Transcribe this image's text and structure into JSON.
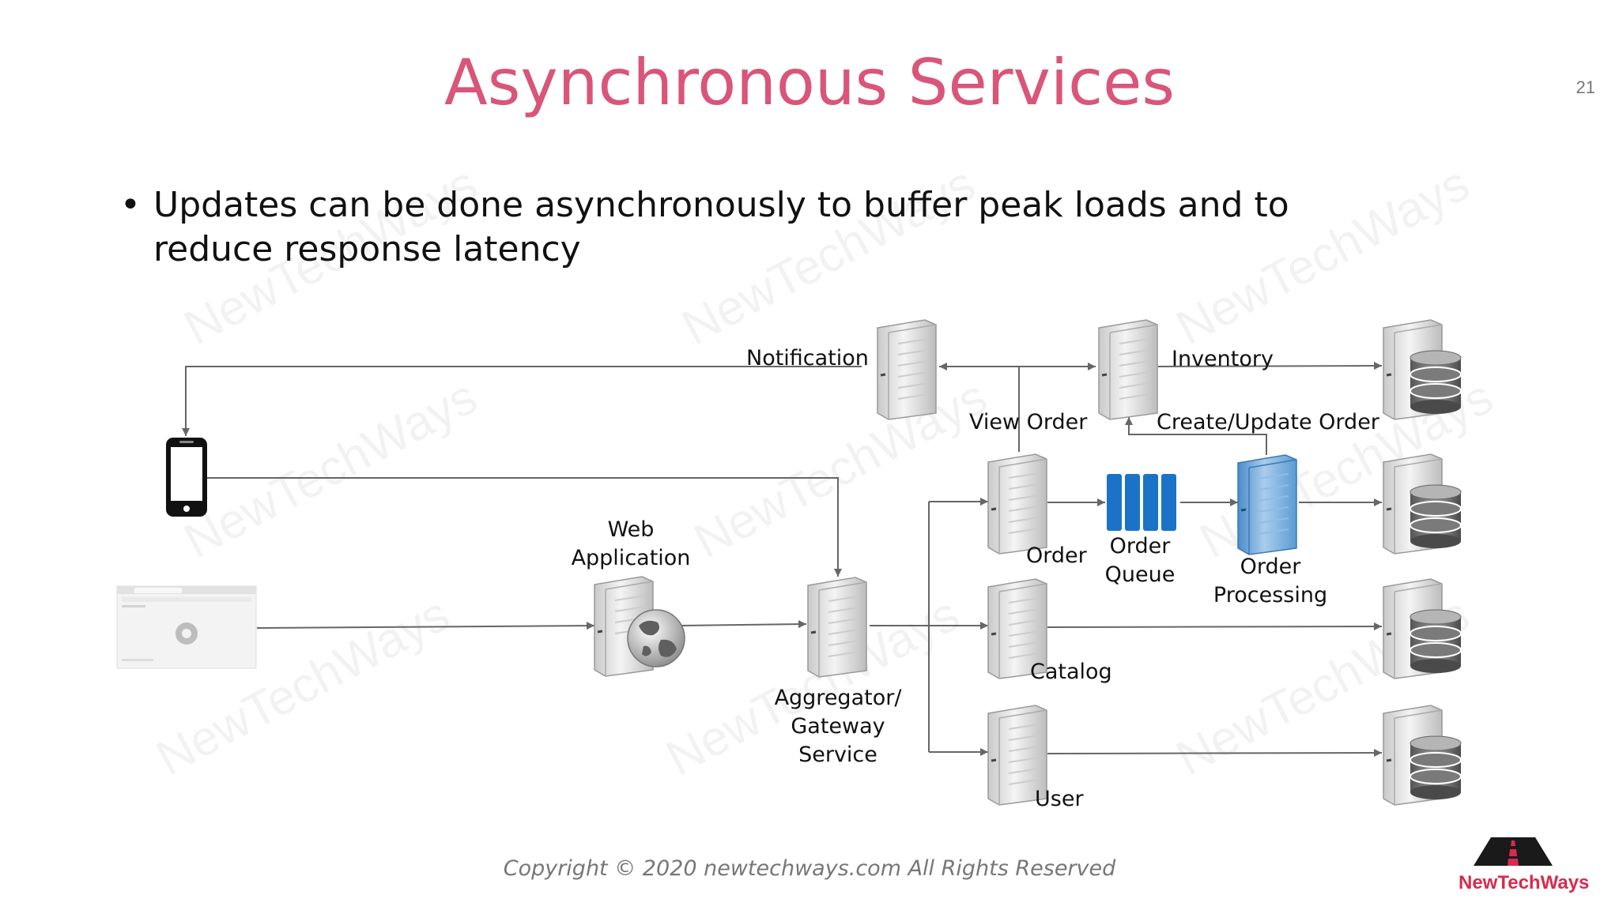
{
  "slide": {
    "title": "Asynchronous Services",
    "page_number": "21",
    "bullet": "Updates can be done asynchronously to buffer peak loads and to reduce response latency",
    "copyright": "Copyright © 2020 newtechways.com All Rights Reserved",
    "logo_text": "NewTechWays",
    "watermark": "NewTechWays"
  },
  "diagram": {
    "labels": {
      "notification": "Notification",
      "inventory": "Inventory",
      "view_order": "View Order",
      "create_update_order": "Create/Update Order",
      "web_application": "Web\nApplication",
      "order": "Order",
      "order_queue": "Order\nQueue",
      "order_processing": "Order\nProcessing",
      "catalog": "Catalog",
      "aggregator": "Aggregator/\nGateway\nService",
      "user": "User"
    },
    "colors": {
      "server_body": "#e6e6e6",
      "server_highlight": "#5b9bd5",
      "queue": "#1a73c7",
      "arrow": "#666666",
      "title": "#d9557a"
    }
  }
}
